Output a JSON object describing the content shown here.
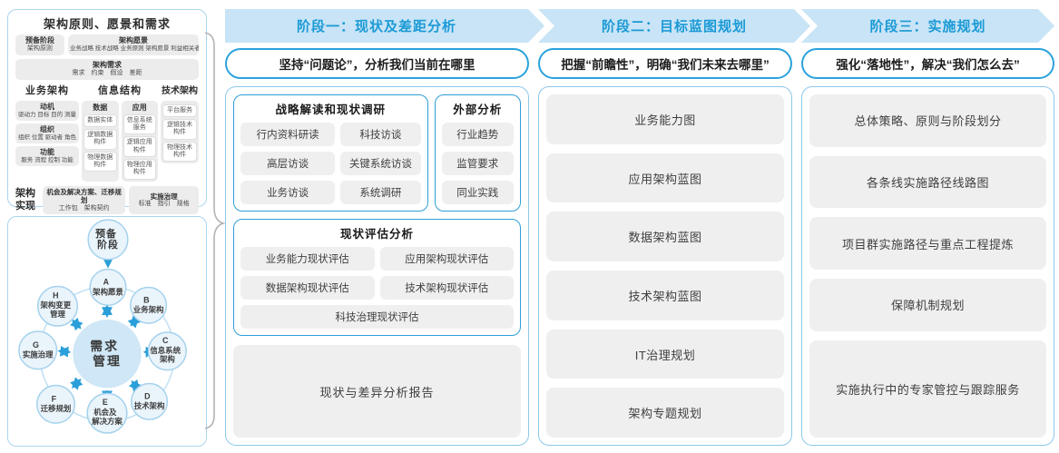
{
  "left_panel": {
    "title": "架构原则、愿景和需求",
    "prep": {
      "title": "预备阶段",
      "sub": "架构原则"
    },
    "vision": {
      "title": "架构愿景",
      "sub": "业务战略 技术战略 业务原则 架构愿景 利益相关者"
    },
    "req": {
      "title": "架构需求",
      "sub": "需求　约束　假设　差距"
    },
    "biz": {
      "header": "业务架构",
      "items": [
        {
          "title": "动机",
          "sub": "驱动力 目标 目的 测量"
        },
        {
          "title": "组织",
          "sub": "组织 位置 驱动者 角色"
        },
        {
          "title": "功能",
          "sub": "服务 流程 控制 功能"
        }
      ]
    },
    "info": {
      "header": "信息结构",
      "data": {
        "title": "数据",
        "items": [
          "数据实体",
          "逻辑数据构件",
          "物理数据构件"
        ]
      },
      "app": {
        "title": "应用",
        "items": [
          "信息系统服务",
          "逻辑应用构件",
          "物理应用构件"
        ]
      }
    },
    "tech": {
      "header": "技术架构",
      "items": [
        "平台服务",
        "逻辑技术构件",
        "物理技术构件"
      ]
    },
    "realize": {
      "label": "架构实现",
      "box1": {
        "title": "机会及解决方案、迁移规划",
        "sub": "工作包　架构契约"
      },
      "box2": {
        "title": "实施治理",
        "sub": "标准　指引　规格"
      }
    }
  },
  "adm": {
    "prep_lines": [
      "预备",
      "阶段"
    ],
    "center_lines": [
      "需求",
      "管理"
    ],
    "nodes": [
      {
        "letter": "A",
        "lines": [
          "架构愿景"
        ]
      },
      {
        "letter": "B",
        "lines": [
          "业务架构"
        ]
      },
      {
        "letter": "C",
        "lines": [
          "信息系统",
          "架构"
        ]
      },
      {
        "letter": "D",
        "lines": [
          "技术架构"
        ]
      },
      {
        "letter": "E",
        "lines": [
          "机会及",
          "解决方案"
        ]
      },
      {
        "letter": "F",
        "lines": [
          "迁移规划"
        ]
      },
      {
        "letter": "G",
        "lines": [
          "实施治理"
        ]
      },
      {
        "letter": "H",
        "lines": [
          "架构变更",
          "管理"
        ]
      }
    ]
  },
  "phases": [
    {
      "title": "阶段一：现状及差距分析",
      "subtitle": "坚持“问题论”，分析我们当前在哪里"
    },
    {
      "title": "阶段二：目标蓝图规划",
      "subtitle": "把握“前瞻性”，明确“我们未来去哪里”"
    },
    {
      "title": "阶段三：实施规划",
      "subtitle": "强化“落地性”，解决“我们怎么去”"
    }
  ],
  "phase1": {
    "strategy": {
      "title": "战略解读和现状调研",
      "items": [
        "行内资料研读",
        "科技访谈",
        "高层访谈",
        "关键系统访谈",
        "业务访谈",
        "系统调研"
      ]
    },
    "external": {
      "title": "外部分析",
      "items": [
        "行业趋势",
        "监管要求",
        "同业实践"
      ]
    },
    "assess": {
      "title": "现状评估分析",
      "items": [
        "业务能力现状评估",
        "应用架构现状评估",
        "数据架构现状评估",
        "技术架构现状评估"
      ],
      "full": "科技治理现状评估"
    },
    "report": "现状与差异分析报告"
  },
  "phase2": {
    "items": [
      "业务能力图",
      "应用架构蓝图",
      "数据架构蓝图",
      "技术架构蓝图",
      "IT治理规划",
      "架构专题规划"
    ]
  },
  "phase3": {
    "items": [
      "总体策略、原则与阶段划分",
      "各条线实施路径线路图",
      "项目群实施路径与重点工程提炼",
      "保障机制规划",
      "实施执行中的专家管控与跟踪服务"
    ]
  },
  "colors": {
    "accent_blue": "#1b9ad6",
    "band_fill": "#c8e4f6",
    "box_gray": "#efeff0",
    "arrow_blue": "#2b9fd9"
  }
}
